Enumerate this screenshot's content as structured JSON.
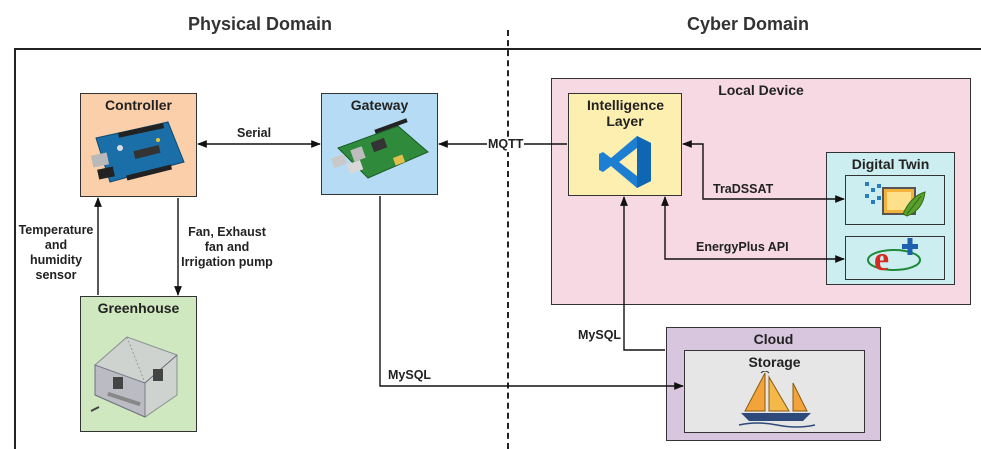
{
  "headers": {
    "physical": "Physical Domain",
    "cyber": "Cyber Domain"
  },
  "nodes": {
    "controller": "Controller",
    "gateway": "Gateway",
    "greenhouse": "Greenhouse",
    "local_device": "Local Device",
    "intelligence_layer": "Intelligence Layer",
    "digital_twin": "Digital Twin",
    "cloud": "Cloud",
    "storage": "Storage"
  },
  "edges": {
    "serial": "Serial",
    "mqtt": "MQTT",
    "sensor_line1": "Temperature",
    "sensor_line2": "and",
    "sensor_line3": "humidity",
    "sensor_line4": "sensor",
    "actuator_line1": "Fan, Exhaust",
    "actuator_line2": "fan and",
    "actuator_line3": "Irrigation pump",
    "tradssat": "TraDSSAT",
    "energyplus": "EnergyPlus API",
    "mysql_local": "MySQL",
    "mysql_gateway": "MySQL"
  },
  "colors": {
    "controller": "#fbcfa9",
    "gateway": "#b5dcf4",
    "greenhouse": "#cfe8bf",
    "local_device": "#f6d9e2",
    "intelligence_layer": "#fdefb0",
    "digital_twin": "#cdeef0",
    "cloud": "#d8c6de",
    "storage": "#e6e6e6"
  },
  "icons": [
    "arduino-board-icon",
    "raspberry-pi-icon",
    "greenhouse-model-icon",
    "vscode-icon",
    "tradssat-icon",
    "energyplus-icon",
    "sailboat-icon"
  ]
}
